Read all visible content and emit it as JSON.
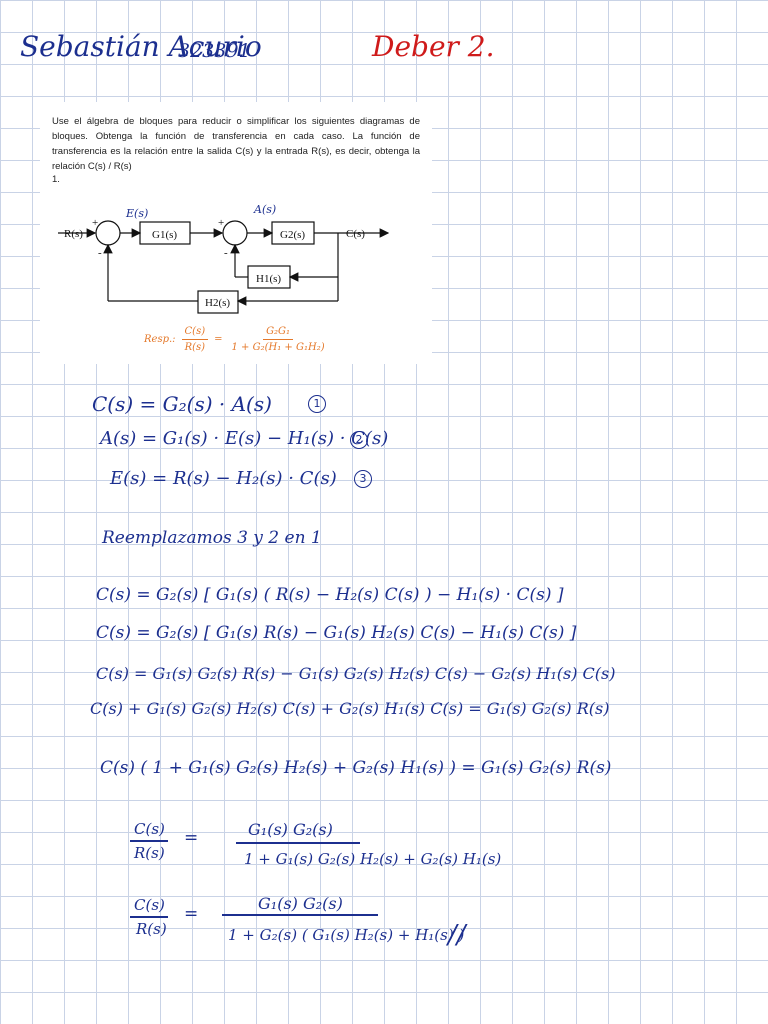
{
  "header": {
    "name": "Sebastián Acurio",
    "id": "323391",
    "title": "Deber 2."
  },
  "problem": {
    "statement": "Use el álgebra de bloques para reducir o simplificar los siguientes diagramas de bloques. Obtenga la función de transferencia en cada caso. La función de transferencia es la relación entre la salida C(s) y la entrada R(s), es decir, obtenga la relación C(s) / R(s)",
    "number": "1.",
    "diagram": {
      "input": "R(s)",
      "output": "C(s)",
      "node_e": "E(s)",
      "node_a": "A(s)",
      "block_g1": "G1(s)",
      "block_g2": "G2(s)",
      "block_h1": "H1(s)",
      "block_h2": "H2(s)",
      "sign_plus": "+",
      "sign_minus": "-"
    },
    "answer": {
      "label": "Resp.:",
      "lhs_num": "C(s)",
      "lhs_den": "R(s)",
      "rhs_num": "G₂G₁",
      "rhs_den": "1 + G₂(H₁ + G₁H₂)"
    }
  },
  "work": {
    "eq1": "C(s) = G₂(s) · A(s)",
    "eq1_mark": "1",
    "eq2": "A(s) = G₁(s) · E(s) − H₁(s) · C(s)",
    "eq2_mark": "2",
    "eq3": "E(s) = R(s) − H₂(s) · C(s)",
    "eq3_mark": "3",
    "replace_note": "Reemplazamos 3 y 2 en 1",
    "step1": "C(s) = G₂(s) [ G₁(s) ( R(s) − H₂(s) C(s) ) − H₁(s) · C(s) ]",
    "step2": "C(s) = G₂(s) [ G₁(s) R(s) − G₁(s) H₂(s) C(s) − H₁(s) C(s) ]",
    "step3": "C(s) = G₁(s) G₂(s) R(s) − G₁(s) G₂(s) H₂(s) C(s) − G₂(s) H₁(s) C(s)",
    "step4": "C(s) + G₁(s) G₂(s) H₂(s) C(s) + G₂(s) H₁(s) C(s) = G₁(s) G₂(s) R(s)",
    "step5": "C(s) ( 1 + G₁(s) G₂(s) H₂(s) + G₂(s) H₁(s) ) = G₁(s) G₂(s) R(s)",
    "frac1_lhs_num": "C(s)",
    "frac1_lhs_den": "R(s)",
    "frac1_rhs_num": "G₁(s) G₂(s)",
    "frac1_rhs_den": "1 + G₁(s) G₂(s) H₂(s) + G₂(s) H₁(s)",
    "frac2_lhs_num": "C(s)",
    "frac2_lhs_den": "R(s)",
    "frac2_rhs_num": "G₁(s) G₂(s)",
    "frac2_rhs_den": "1 + G₂(s) ( G₁(s) H₂(s) + H₁(s) )",
    "equals": "=",
    "final_mark": "//"
  }
}
